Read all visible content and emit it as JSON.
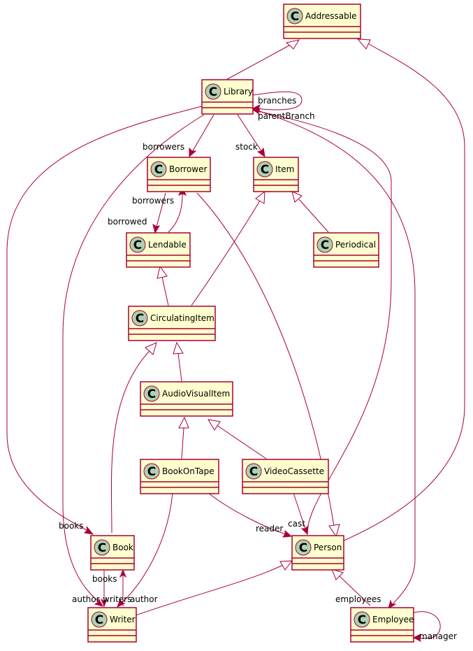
{
  "diagram": {
    "type": "uml-class-diagram",
    "colors": {
      "class_fill": "#fefece",
      "border": "#a80036",
      "class_icon": "#add1b2"
    },
    "classes": {
      "addressable": "Addressable",
      "library": "Library",
      "borrower": "Borrower",
      "item": "Item",
      "lendable": "Lendable",
      "periodical": "Periodical",
      "circulating_item": "CirculatingItem",
      "audio_visual_item": "AudioVisualItem",
      "book_on_tape": "BookOnTape",
      "video_cassette": "VideoCassette",
      "book": "Book",
      "person": "Person",
      "writer": "Writer",
      "employee": "Employee"
    },
    "class_icon_letter": "C",
    "labels": {
      "branches": "branches",
      "parent_branch": "parentBranch",
      "borrowers_lib": "borrowers",
      "stock": "stock",
      "borrowers_borrower": "borrowers",
      "borrowed": "borrowed",
      "books_lib": "books",
      "reader": "reader",
      "cast": "cast",
      "books_writer": "books",
      "author_book": "author",
      "writers": "writers",
      "author_tape": "author",
      "employees": "employees",
      "manager": "manager"
    }
  }
}
